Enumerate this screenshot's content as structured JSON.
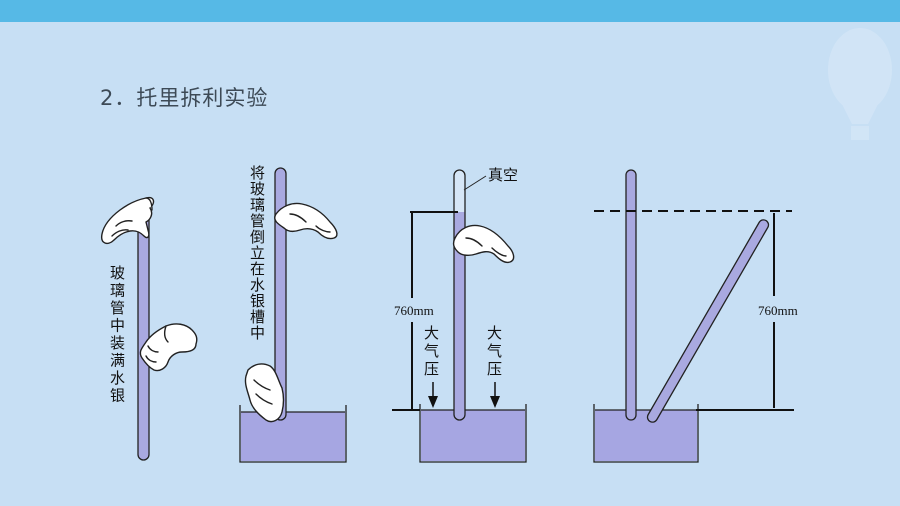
{
  "slide": {
    "title": "2．托里拆利实验",
    "colors": {
      "background": "#c7dff4",
      "top_bar": "#56b9e6",
      "mercury": "#a6a6e2"
    }
  },
  "panels": [
    {
      "id": "fill-tube",
      "caption": "玻璃管中装满水银"
    },
    {
      "id": "invert-tube",
      "caption": "将玻璃管倒立在水银槽中"
    },
    {
      "id": "measure",
      "vacuum_label": "真空",
      "height_label": "760mm",
      "pressure_left": "大气压",
      "pressure_right": "大气压"
    },
    {
      "id": "tilted",
      "height_label": "760mm"
    }
  ],
  "decor": {
    "balloon": "hot-air-balloon-icon"
  }
}
